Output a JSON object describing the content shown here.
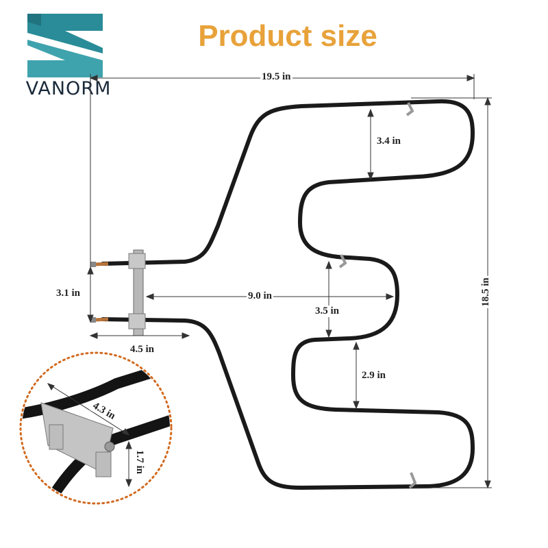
{
  "brand": {
    "name": "VANORM",
    "color": "#1a2a3a",
    "logo_color": "#2a8c98"
  },
  "title": {
    "text": "Product size",
    "color": "#e8a23a"
  },
  "dimensions": {
    "total_width": "19.5 in",
    "total_height": "18.5 in",
    "top_loop": "3.4 in",
    "inner_width": "9.0 in",
    "mid_gap": "3.5 in",
    "lower_loop": "2.9 in",
    "terminal_gap": "3.1 in",
    "bracket_depth": "4.5 in",
    "bracket_length": "4.3 in",
    "bracket_height": "1.7 in"
  },
  "detail": {
    "icon": "magnifier-circle",
    "border_color": "#d2691e"
  }
}
